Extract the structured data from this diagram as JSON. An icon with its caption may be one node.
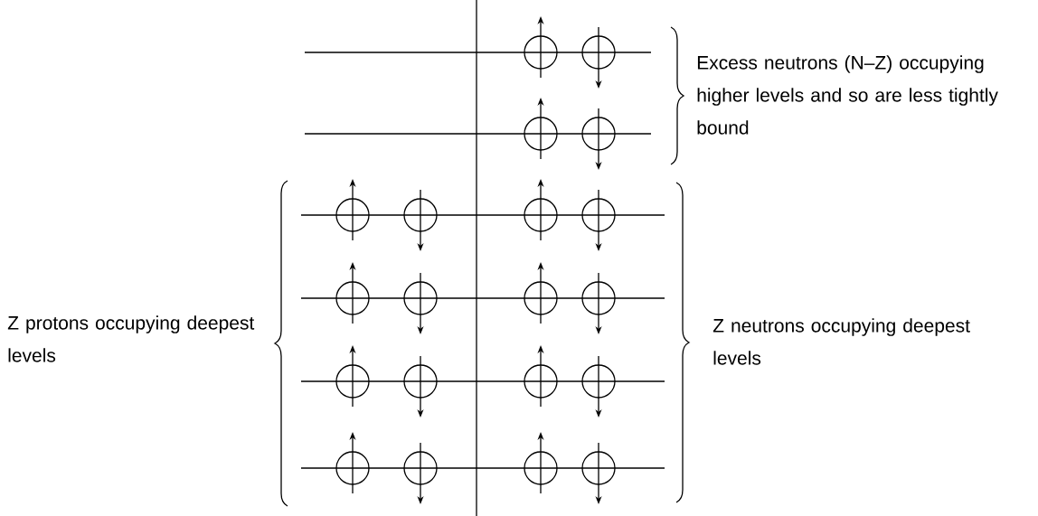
{
  "diagram": {
    "labels": [
      "Excess neutrons (N–Z) occupying higher levels and so are less tightly bound",
      "Z protons occupying deepest levels",
      "Z neutrons occupying deepest levels"
    ]
  }
}
